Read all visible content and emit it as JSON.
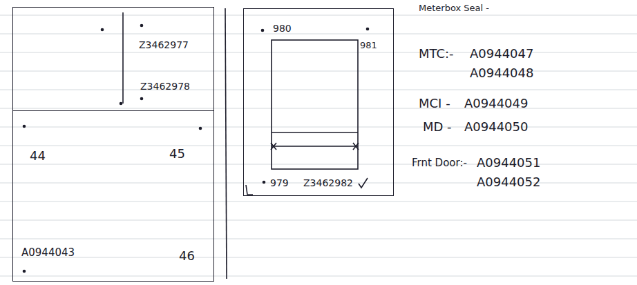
{
  "diagram": {
    "title": "Meterbox Seal -",
    "nodes": [
      {
        "text": [
          "Z3462977",
          "Z3462978"
        ]
      },
      {
        "text": [
          "44",
          "45",
          "A0944043",
          "46"
        ]
      },
      {
        "text": [
          "980",
          "981",
          "979",
          "Z3462982"
        ]
      }
    ],
    "labels": [
      "MTC:-",
      "A0944047",
      "A0944048",
      "MCI -",
      "A0944049",
      "MD -",
      "A0944050",
      "Frnt Door:-",
      "A0944051",
      "A0944052"
    ]
  }
}
